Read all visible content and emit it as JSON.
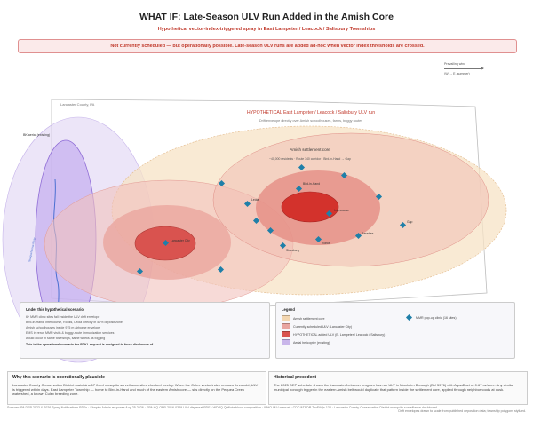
{
  "header": {
    "title": "WHAT IF: Late-Season ULV Run Added in the Amish Core",
    "subtitle": "Hypothetical vector-index-triggered spray in East Lampeter / Leacock / Salisbury Townships",
    "banner": "Not currently scheduled — but operationally possible. Late-season ULV runs are added ad-hoc when vector index thresholds are crossed."
  },
  "wind": {
    "label": "Prevailing wind",
    "note": "(W → E, summer)"
  },
  "map": {
    "county_label": "Lancaster County, PA",
    "hypo_title": "HYPOTHETICAL East Lampeter / Leacock / Salisbury ULV run",
    "hypo_sub": "Drift envelope directly over Amish schoolhouses, farms, buggy routes",
    "settlement_label": "Amish settlement core",
    "settlement_sub": "~40,000 residents · Route 340 corridor · Bird-in-Hand → Gap",
    "aerial_label": "BK aerial (existing)",
    "creek_label": "Susquehanna River",
    "places": [
      {
        "name": "Bird-in-Hand"
      },
      {
        "name": "Leola"
      },
      {
        "name": "Intercourse"
      },
      {
        "name": "Lancaster City"
      },
      {
        "name": "Ronks"
      },
      {
        "name": "Paradise"
      },
      {
        "name": "Strasburg"
      },
      {
        "name": "Gap"
      }
    ]
  },
  "scenario": {
    "heading": "Under this hypothetical scenario:",
    "lines": [
      "6+ MMR clinic sites fall inside the ULV drift envelope",
      "Bird-in-Hand, Intercourse, Ronks, Leola directly in 50% deposit zone",
      "Amish schoolhouses inside 975 m airborne envelope",
      "EMS in rerun MMR visits & buggy-route immunization services",
      "would occur in same townships, same weeks as fogging"
    ],
    "bold": "This is the operational scenario the RTKL request is designed to force disclosure of."
  },
  "legend": {
    "heading": "Legend",
    "items": [
      {
        "label": "Amish settlement core",
        "color": "#f3d6b0"
      },
      {
        "label": "Currently scheduled ULV (Lancaster City)",
        "color": "#e9a5a0"
      },
      {
        "label": "HYPOTHETICAL added ULV (E. Lampeter / Leacock / Salisbury)",
        "color": "#d9534f"
      },
      {
        "label": "Aerial helicopter (existing)",
        "color": "#c9b6ea"
      }
    ],
    "diamond_label": "MMR pop-up clinic (16 sites)",
    "diamond_color": "#1f7fa8"
  },
  "why": {
    "heading": "Why this scenario is operationally plausible",
    "text": "Lancaster County Conservation District maintains 17 fixed mosquito surveillance sites checked weekly. When the Culex vector index crosses threshold, ULV is triggered within days. East Lampeter Township — home to Bird-in-Hand and much of the eastern Amish core — sits directly on the Pequea Creek watershed, a known Culex breeding zone."
  },
  "precedent": {
    "heading": "Historical precedent",
    "text": "The 2025 DEP schedule shows the Lancaster/Lebanon program has run ULV in Manheim Borough (BU 5976) with AquaDuet at 0.67 oz/acre. Any similar municipal borough trigger in the eastern Amish belt would duplicate that pattern inside the settlement core, applied through neighborhoods at dusk."
  },
  "sources": {
    "left": "Sources: PA DEP 2023 & 2026 Spray Notifications PDFs · Shapiro Admin response Aug 25 2026 · EPA HQ-OPP-2016-0349 ULV dispersal PDF · WDPQ Quillota blood composition · WHO ULV manual · CDC/ATSDR ToxFAQs 133 · Lancaster County Conservation District mosquito surveillance dashboard",
    "right": "Drift envelopes drawn to scale from published deposition data; township polygons stylized."
  }
}
